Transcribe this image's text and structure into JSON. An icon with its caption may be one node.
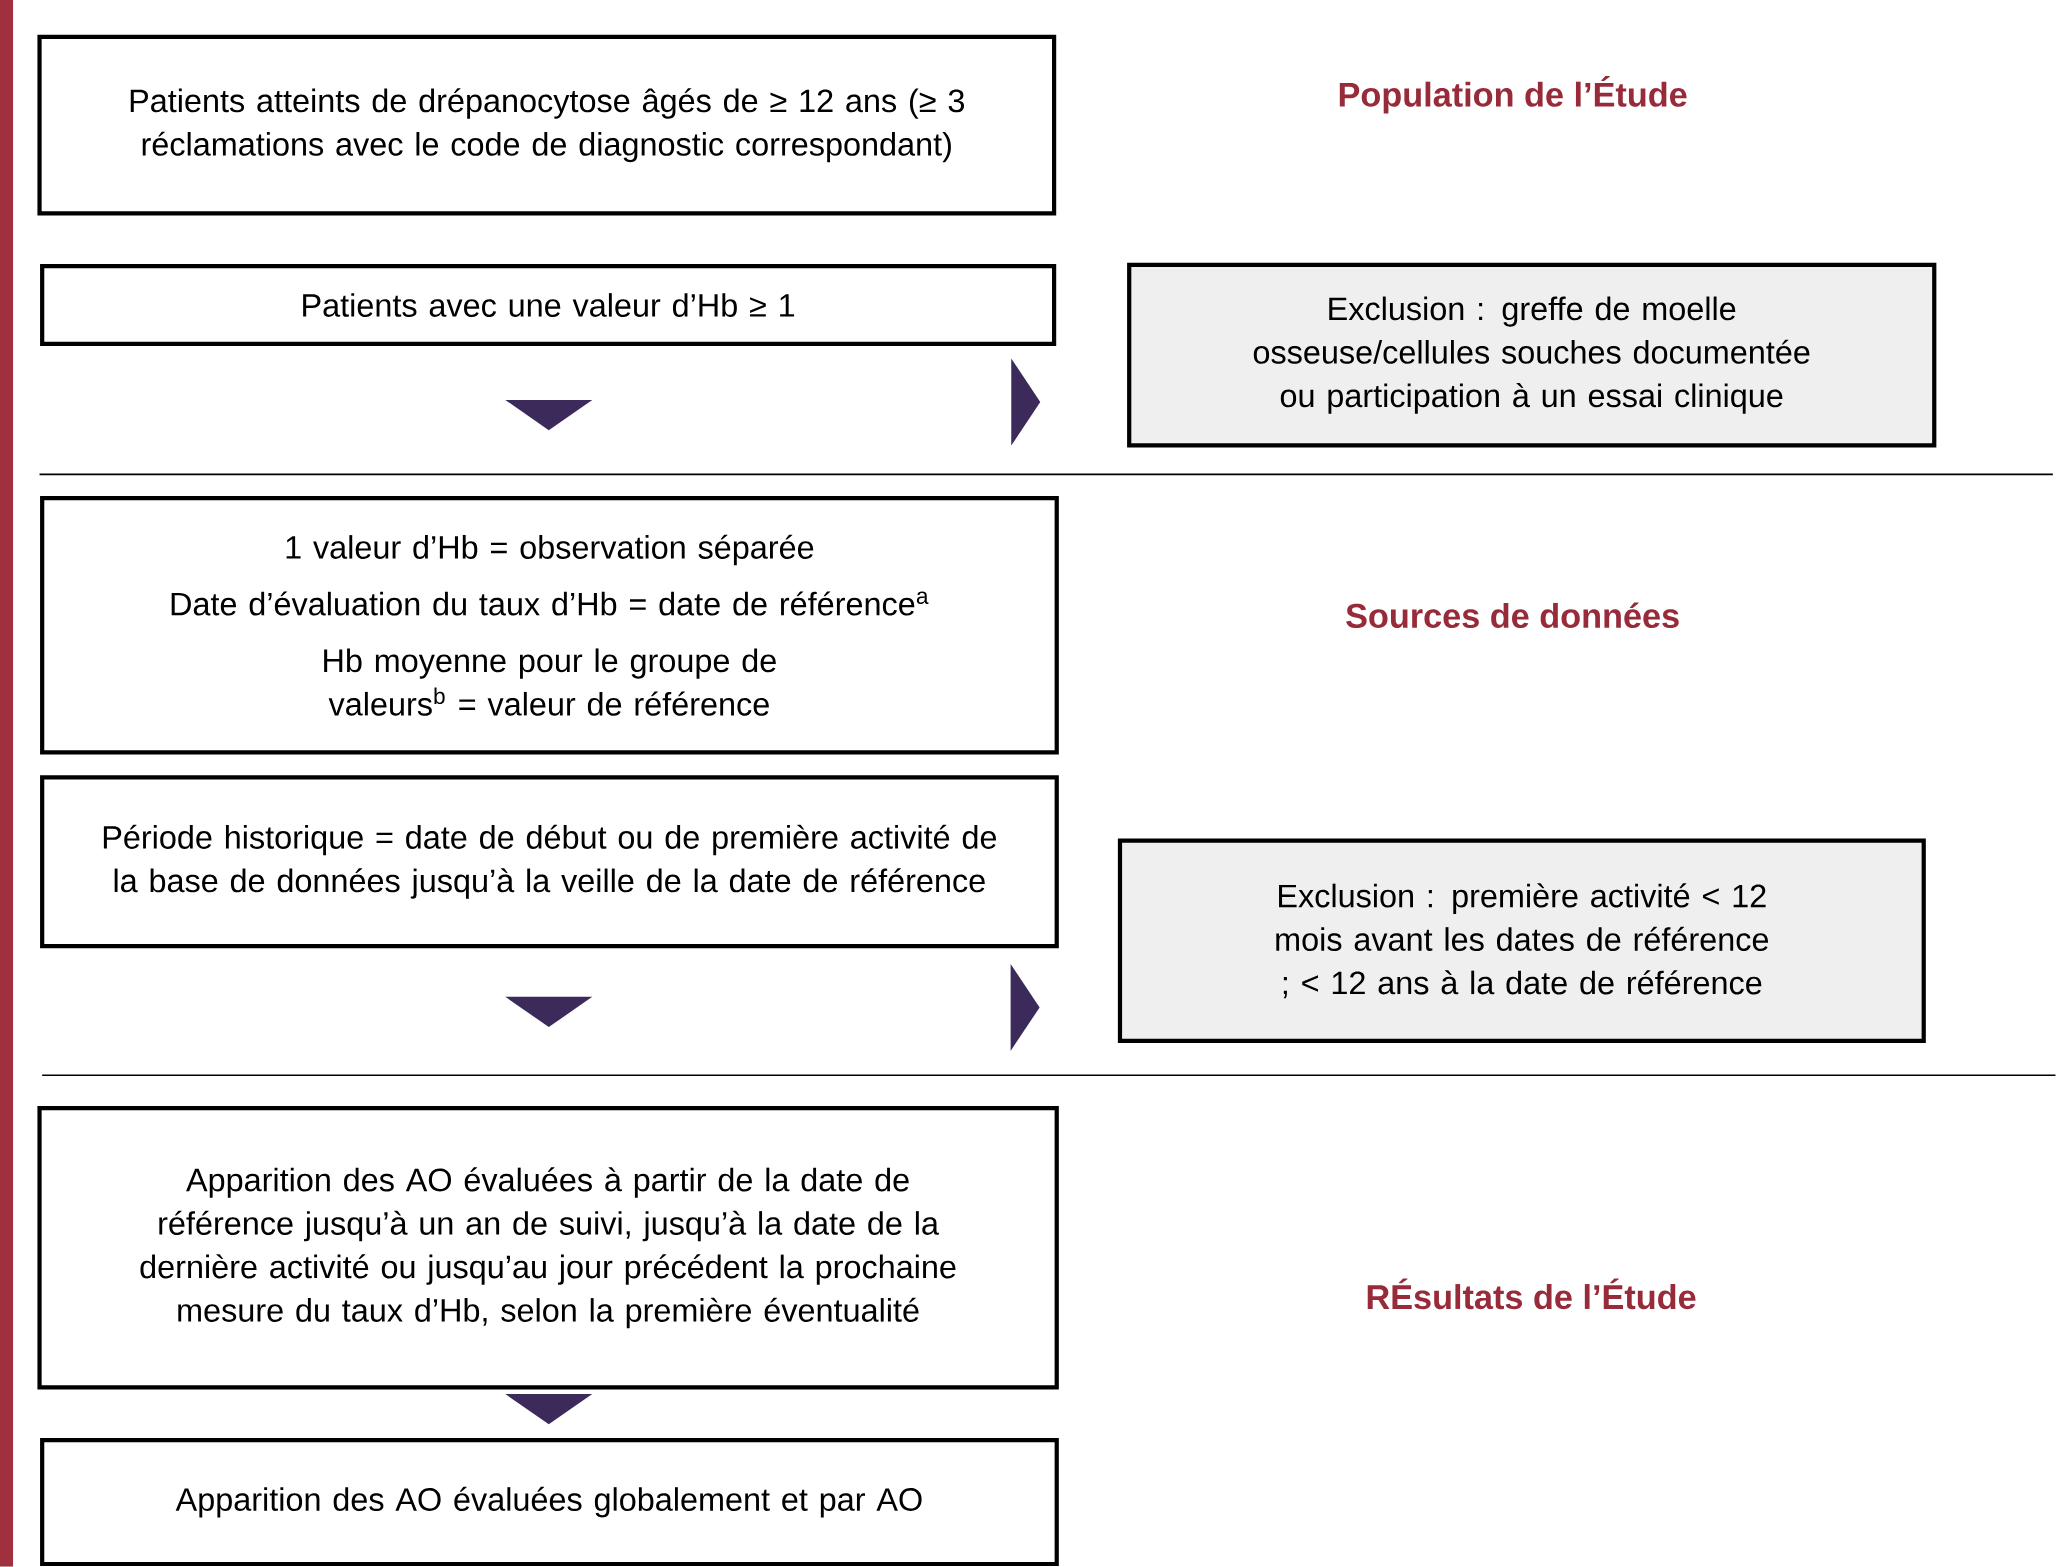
{
  "diagram": {
    "nodes": [
      {
        "text": [
          "Patients atteints de drépanocytose âgés de ≥ 12 ans (≥ 3 réclamations avec le code de diagnostic correspondant)"
        ]
      },
      {
        "text": [
          "Patients avec une valeur d’Hb ≥ 1"
        ]
      },
      {
        "text": [
          "Exclusion : greffe de moelle osseuse/cellules souches documentée ou participation à un essai clinique"
        ]
      },
      {
        "text": [
          "1 valeur d’Hb = observation séparée",
          "Date d’évaluation du taux d’Hb = date de référence$^{a}$",
          "Hb moyenne pour le groupe de valeurs$^{b}$ = valeur de référence"
        ]
      },
      {
        "text": [
          "Période historique = date de début ou de première activité de la base de données jusqu’à la veille de la date de référence"
        ]
      },
      {
        "text": [
          "Exclusion : première activité < 12 mois avant les dates de référence ; < 12 ans à la date de référence"
        ]
      },
      {
        "text": [
          "Apparition des AO évaluées à partir de la date de référence jusqu’à un an de suivi, jusqu’à la date de la dernière activité ou jusqu’au jour précédent la prochaine mesure du taux d’Hb, selon la première éventualité"
        ]
      },
      {
        "text": [
          "Apparition des AO évaluées globalement et par AO"
        ]
      },
      {
        "text": [],
        "shape": "bar"
      }
    ],
    "edges": [
      {
        "from": 1,
        "to": 3,
        "arrow": "to"
      },
      {
        "from": 1,
        "to": 2,
        "arrow": "to"
      },
      {
        "from": 4,
        "to": 6,
        "arrow": "to"
      },
      {
        "from": 4,
        "to": 5,
        "arrow": "to"
      },
      {
        "from": 6,
        "to": 7,
        "arrow": "to"
      }
    ],
    "labels": [
      "Population de l’Étude",
      "Sources de données",
      "RÉsultats de l’Étude"
    ]
  }
}
